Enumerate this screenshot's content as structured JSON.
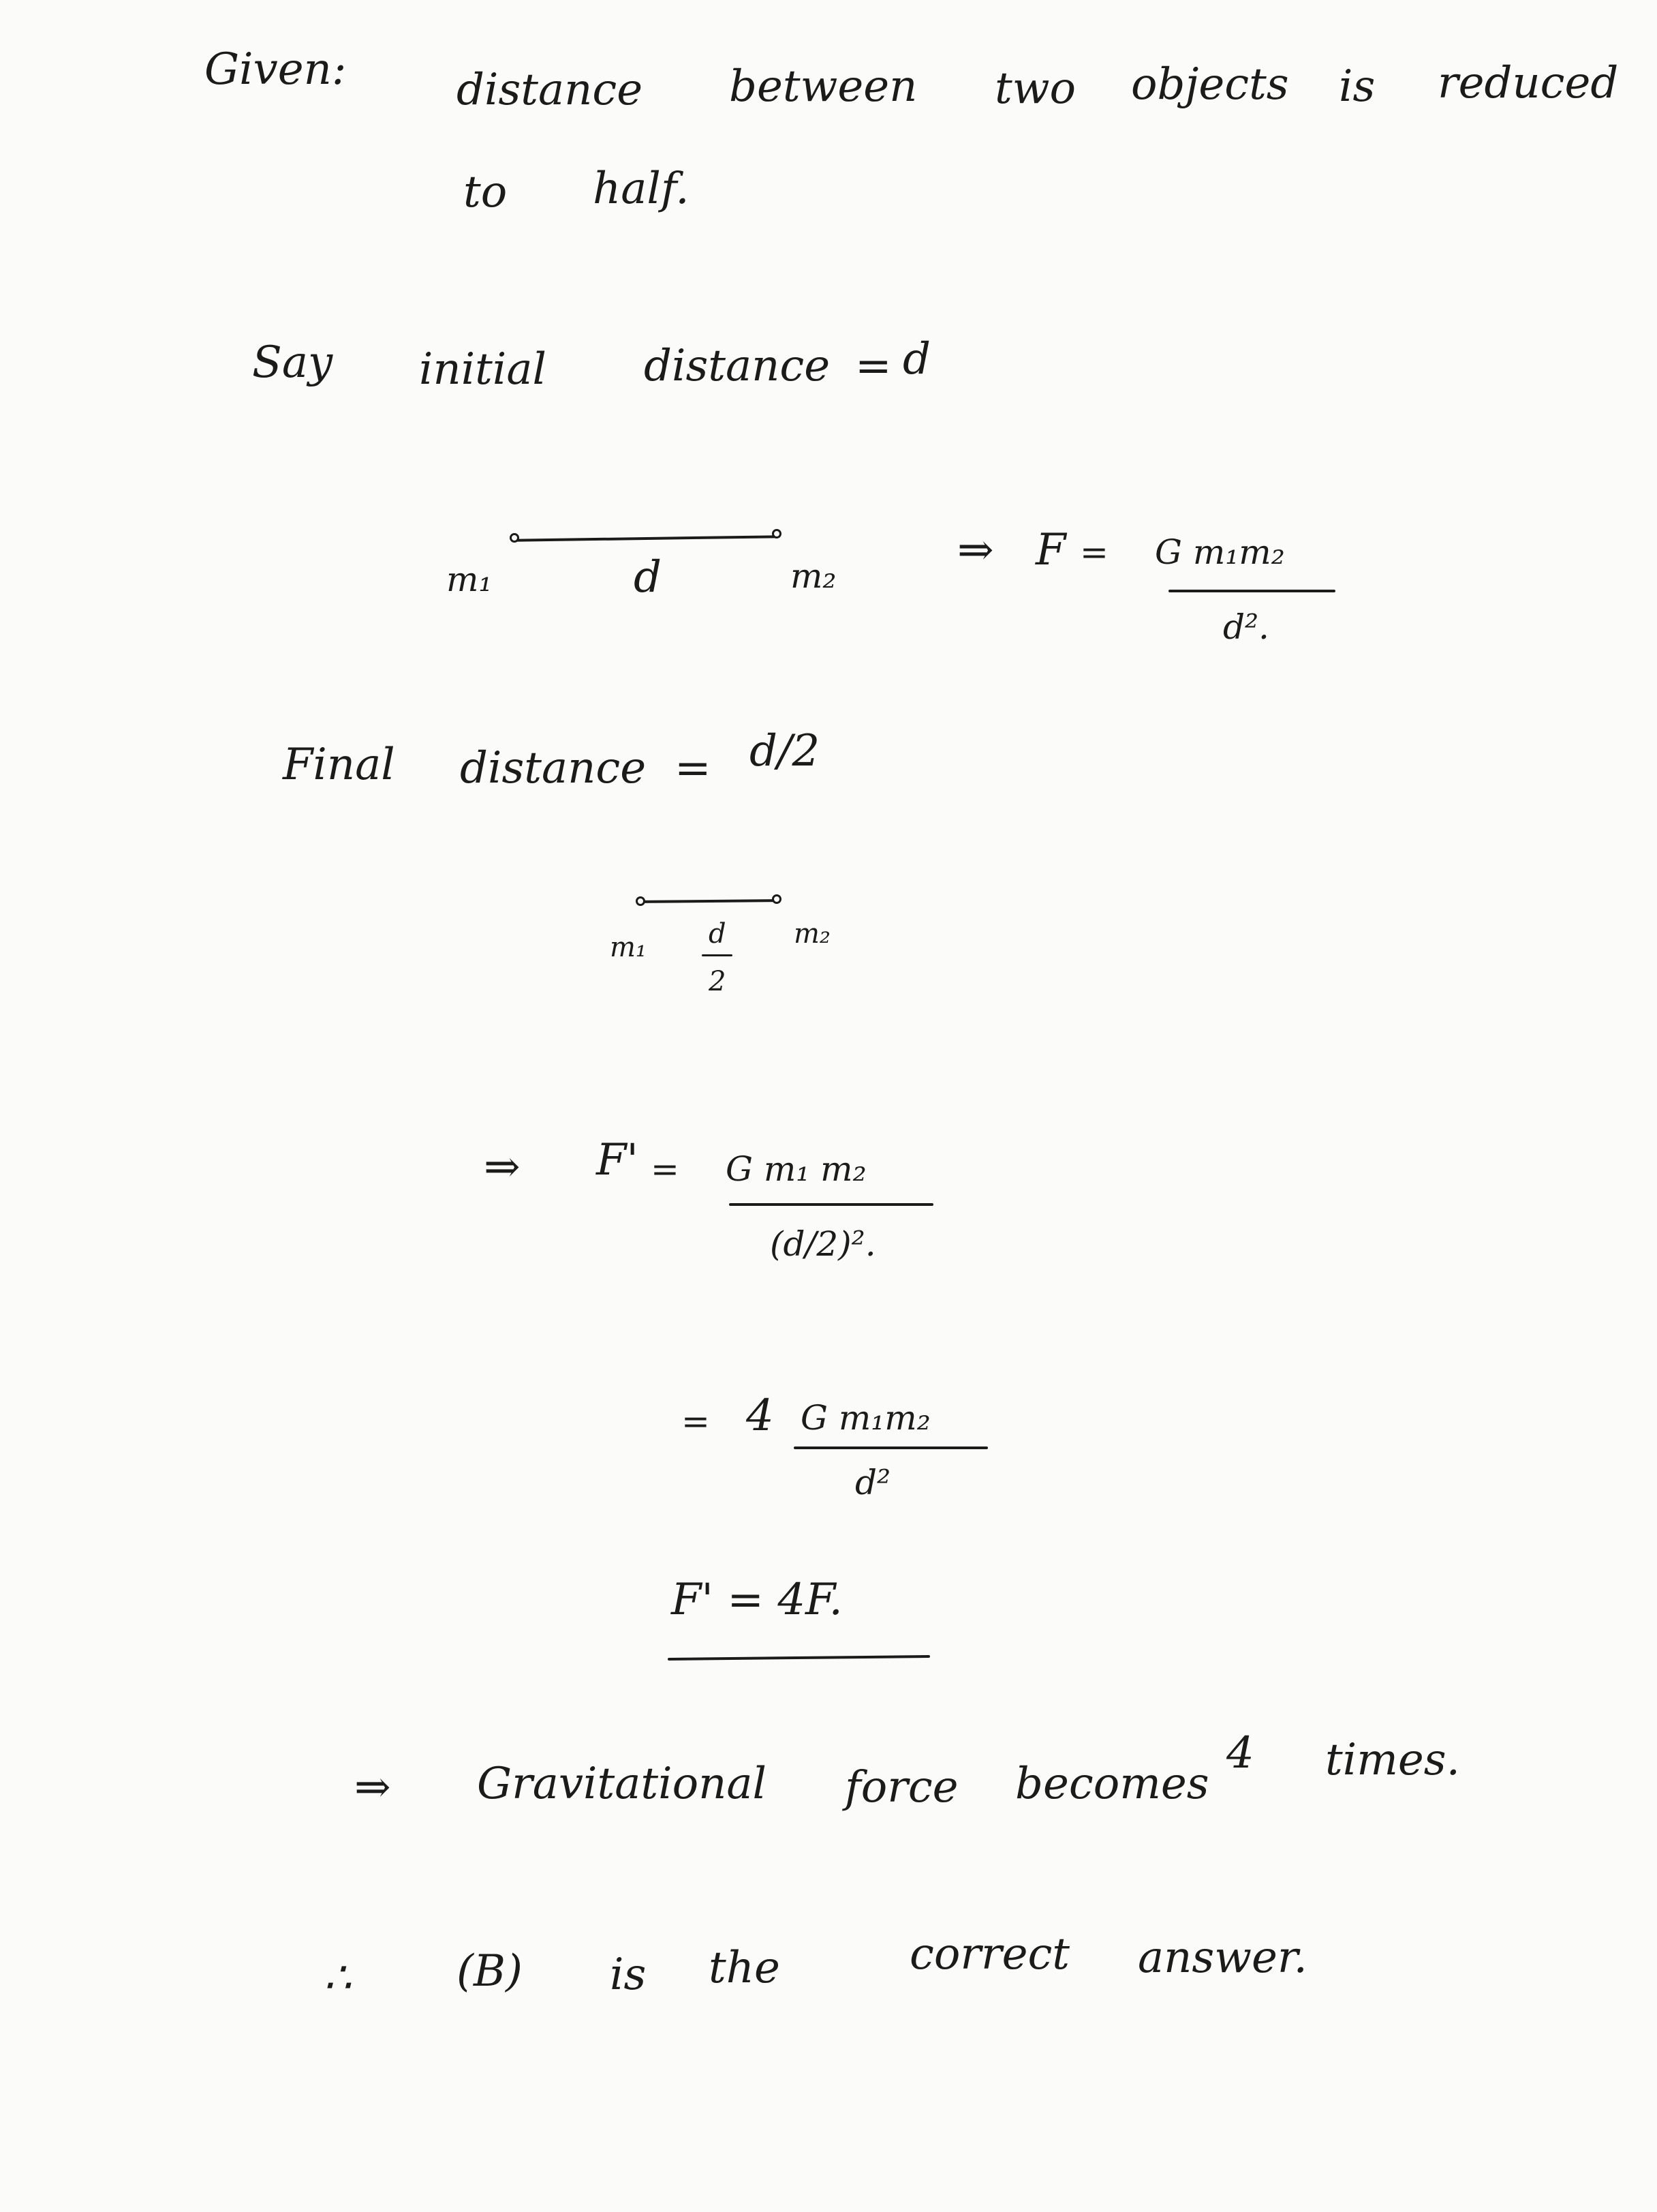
{
  "given": {
    "label": "Given:",
    "line1_words": [
      "distance",
      "between",
      "two",
      "objects",
      "is",
      "reduced"
    ],
    "line2_words": [
      "to",
      "half."
    ]
  },
  "say": {
    "words": [
      "Say",
      "initial",
      "distance",
      "="
    ],
    "value": "d"
  },
  "diagram1": {
    "left_mass": "m₁",
    "distance": "d",
    "right_mass": "m₂"
  },
  "formula1": {
    "implies": "⇒",
    "lhs": "F",
    "eq": "=",
    "numerator": "G m₁m₂",
    "denominator": "d²."
  },
  "final": {
    "words": [
      "Final",
      "distance",
      "="
    ],
    "value": "d/2"
  },
  "diagram2": {
    "left_mass": "m₁",
    "distance_num": "d",
    "distance_den": "2",
    "right_mass": "m₂"
  },
  "formula2": {
    "implies": "⇒",
    "lhs": "F'",
    "eq": "=",
    "numerator": "G m₁ m₂",
    "denominator": "(d/2)²."
  },
  "formula3": {
    "eq": "=",
    "coef": "4",
    "numerator": "G m₁m₂",
    "denominator": "d²"
  },
  "result": {
    "text": "F' = 4F."
  },
  "conclusion": {
    "implies": "⇒",
    "words": [
      "Gravitational",
      "force",
      "becomes",
      "4",
      "times."
    ]
  },
  "answer": {
    "therefore": "∴",
    "words": [
      "(B)",
      "is",
      "the",
      "correct",
      "answer."
    ]
  }
}
